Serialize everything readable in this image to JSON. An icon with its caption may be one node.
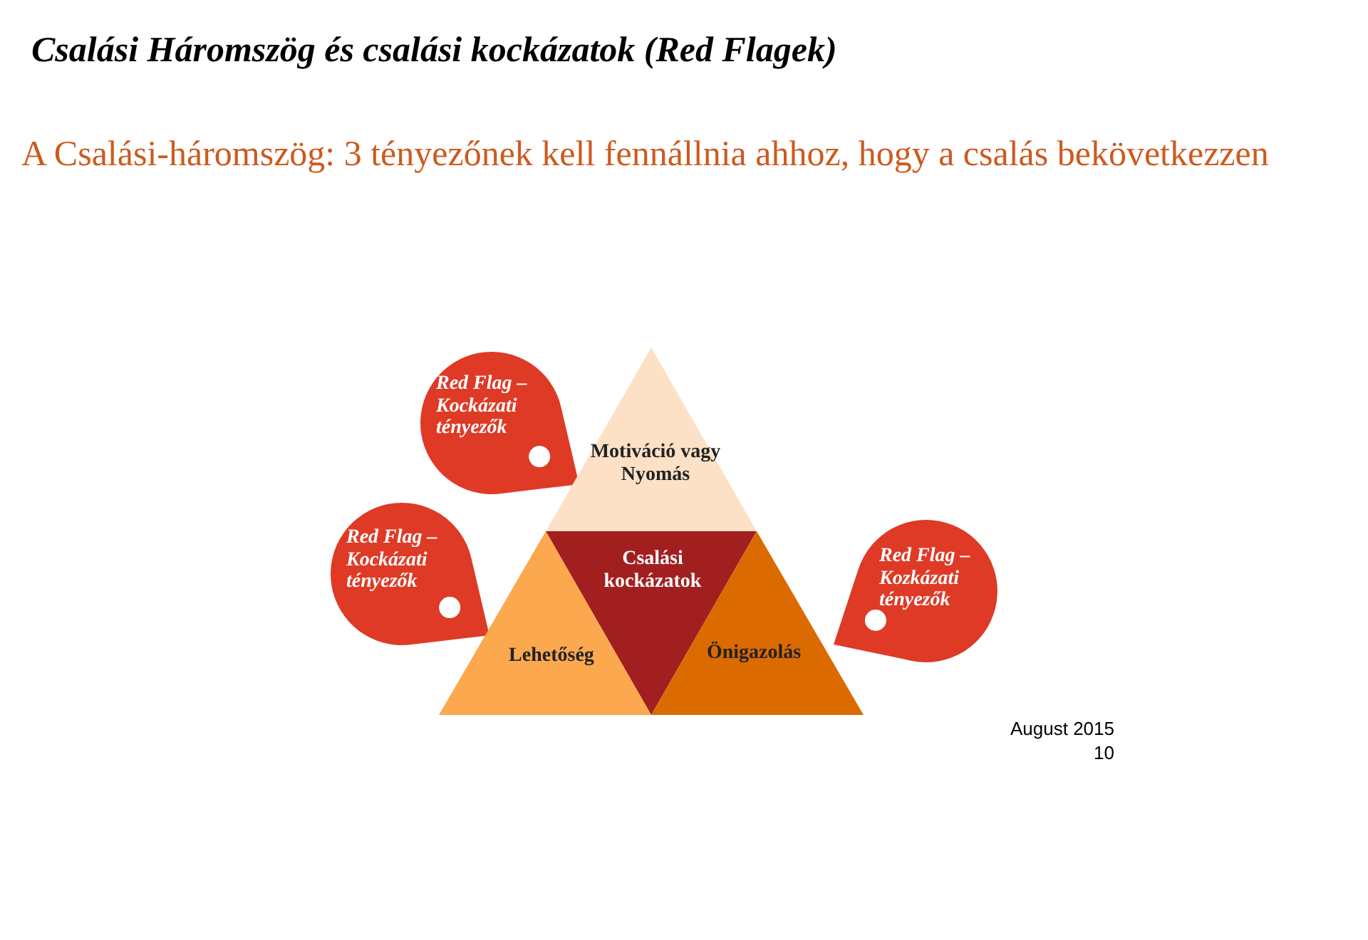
{
  "diagram": {
    "title": "Csalási Háromszög és csalási kockázatok (Red Flagek)",
    "nodes": [
      {
        "text": [
          "Red Flag – Kockázati tényezők"
        ]
      },
      {
        "text": [
          "Motiváció vagy Nyomás"
        ]
      },
      {
        "text": [
          "Red Flag – Kockázati tényezők"
        ]
      },
      {
        "text": [
          "Csalási kockázatok"
        ]
      },
      {
        "text": [
          "Lehetőség"
        ]
      },
      {
        "text": [
          "Önigazolás"
        ]
      },
      {
        "text": [
          "Red Flag – Kozkázati tényezők"
        ]
      }
    ],
    "edges": [],
    "labels": [
      "A Csalási-háromszög: 3 tényezőnek kell fennállnia ahhoz, hogy a csalás bekövetkezzen",
      "August 2015",
      "10"
    ]
  }
}
